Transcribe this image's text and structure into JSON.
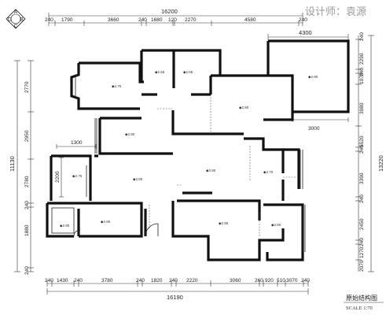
{
  "designer_credit": "设计师：袁源",
  "compass": {
    "north": "A",
    "west": "D",
    "east": "B",
    "south": "C"
  },
  "drawing": {
    "title": "原始结构图",
    "scale": "SCALE  1:70"
  },
  "dimensions": {
    "top_total": "16200",
    "top_segments": [
      "240",
      "1790",
      "3660",
      "240",
      "1680",
      "120",
      "2270",
      "4580",
      "240"
    ],
    "balcony_width": "4300",
    "balcony_depth": "3000",
    "bottom_segments": [
      "240",
      "1430",
      "240",
      "3780",
      "240",
      "1820",
      "240",
      "2220",
      "3060",
      "260",
      "920",
      "510",
      "3070",
      "240"
    ],
    "bottom_total": "16190",
    "left_total": "11130",
    "left_segments": [
      "2770",
      "2950",
      "2780",
      "240",
      "1880",
      "240"
    ],
    "right_total": "13220",
    "right_segments": [
      "240",
      "2290",
      "240",
      "1070",
      "3980",
      "5520",
      "240",
      "3390",
      "240",
      "2450",
      "240",
      "1270",
      "2070"
    ],
    "inner_1300": "1300",
    "inner_2200": "2200"
  }
}
